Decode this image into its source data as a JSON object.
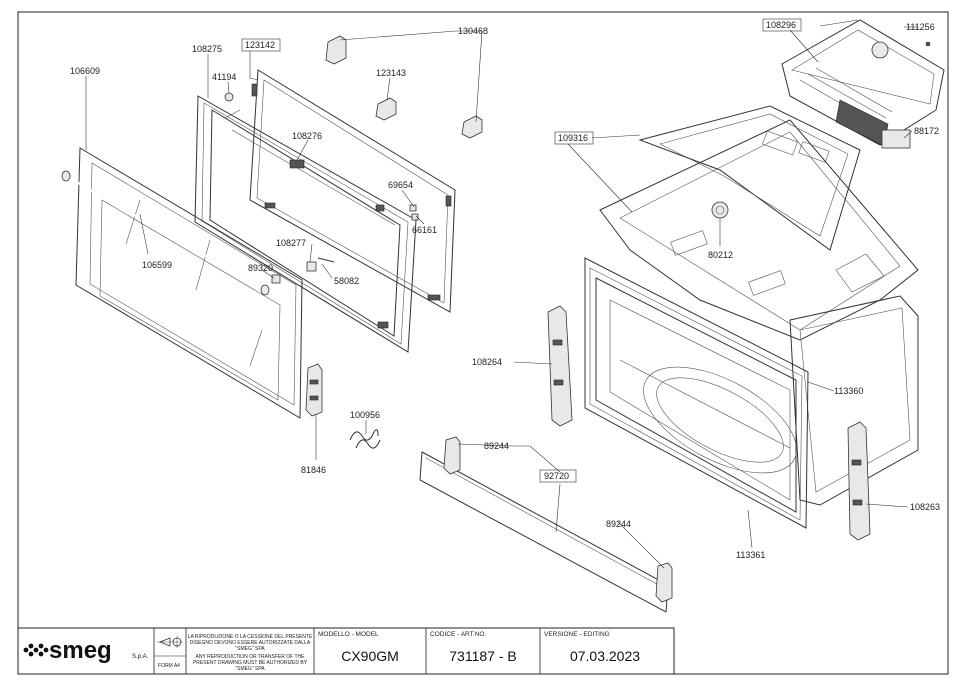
{
  "diagram": {
    "part_labels": [
      {
        "id": "106609"
      },
      {
        "id": "108275"
      },
      {
        "id": "123142"
      },
      {
        "id": "41194"
      },
      {
        "id": "130468"
      },
      {
        "id": "123143"
      },
      {
        "id": "108276"
      },
      {
        "id": "69654"
      },
      {
        "id": "66161"
      },
      {
        "id": "108277"
      },
      {
        "id": "89320"
      },
      {
        "id": "58082"
      },
      {
        "id": "106599"
      },
      {
        "id": "100956"
      },
      {
        "id": "81846"
      },
      {
        "id": "108296"
      },
      {
        "id": "111256"
      },
      {
        "id": "88172"
      },
      {
        "id": "109316"
      },
      {
        "id": "80212"
      },
      {
        "id": "108264"
      },
      {
        "id": "113360"
      },
      {
        "id": "89244"
      },
      {
        "id": "92720"
      },
      {
        "id": "89244"
      },
      {
        "id": "108263"
      },
      {
        "id": "113361"
      }
    ]
  },
  "title_block": {
    "brand": "smeg",
    "brand_suffix": "S.p.A.",
    "form": "FORM A4",
    "notice_it": [
      "LA RIPRODUZIONE O LA CESSIONE DEL PRESENTE",
      "DISEGNO DEVONO ESSERE AUTORIZZATE DALLA",
      "\"SMEG\" SPA"
    ],
    "notice_en": [
      "ANY REPRODUCTION OR TRANSFER OF THE",
      "PRESENT DRAWING MUST BE AUTHORIZED BY",
      "\"SMEG\" SPA"
    ],
    "model_header": "MODELLO - MODEL",
    "model_value": "CX90GM",
    "code_header": "CODICE - ART.NO.",
    "code_value": "731187 - B",
    "version_header": "VERSIONE - EDITING",
    "version_value": "07.03.2023"
  }
}
